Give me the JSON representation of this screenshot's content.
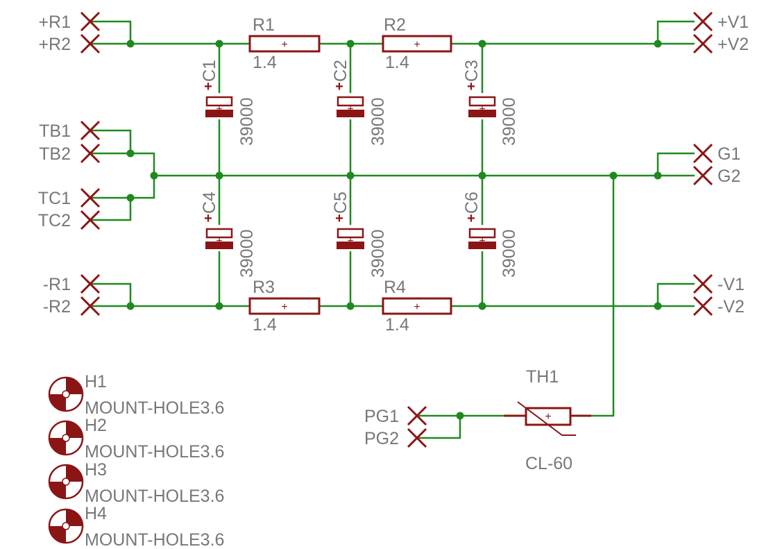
{
  "connectors": {
    "pR1": "+R1",
    "pR2": "+R2",
    "TB1": "TB1",
    "TB2": "TB2",
    "TC1": "TC1",
    "TC2": "TC2",
    "mR1": "-R1",
    "mR2": "-R2",
    "pV1": "+V1",
    "pV2": "+V2",
    "G1": "G1",
    "G2": "G2",
    "mV1": "-V1",
    "mV2": "-V2",
    "PG1": "PG1",
    "PG2": "PG2"
  },
  "resistors": [
    {
      "name": "R1",
      "value": "1.4"
    },
    {
      "name": "R2",
      "value": "1.4"
    },
    {
      "name": "R3",
      "value": "1.4"
    },
    {
      "name": "R4",
      "value": "1.4"
    }
  ],
  "capacitors": [
    {
      "name": "C1",
      "value": "39000"
    },
    {
      "name": "C2",
      "value": "39000"
    },
    {
      "name": "C3",
      "value": "39000"
    },
    {
      "name": "C4",
      "value": "39000"
    },
    {
      "name": "C5",
      "value": "39000"
    },
    {
      "name": "C6",
      "value": "39000"
    }
  ],
  "thermistor": {
    "name": "TH1",
    "value": "CL-60"
  },
  "holes": [
    {
      "name": "H1",
      "value": "MOUNT-HOLE3.6"
    },
    {
      "name": "H2",
      "value": "MOUNT-HOLE3.6"
    },
    {
      "name": "H3",
      "value": "MOUNT-HOLE3.6"
    },
    {
      "name": "H4",
      "value": "MOUNT-HOLE3.6"
    }
  ],
  "symbols": {
    "plus": "+"
  },
  "colors": {
    "wire": "#1e8a1e",
    "part": "#8b1515",
    "label": "#777777"
  }
}
